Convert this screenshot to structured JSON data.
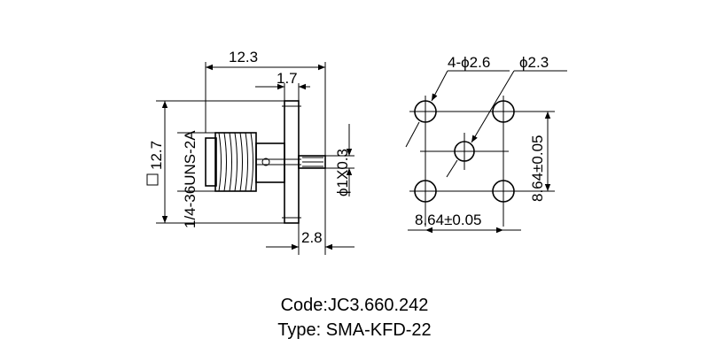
{
  "side_view": {
    "overall_length": "12.3",
    "flange_thickness": "1.7",
    "square_size": "12.7",
    "thread": "1/4-36UNS-2A",
    "pin": "ϕ1X0.3",
    "rear_length": "2.8"
  },
  "front_view": {
    "hole_callout": "4-ϕ2.6",
    "center_hole": "ϕ2.3",
    "hole_spacing_horizontal": "8.64±0.05",
    "hole_spacing_vertical": "8.64±0.05"
  },
  "caption": {
    "code": "Code:JC3.660.242",
    "type": "Type: SMA-KFD-22"
  }
}
